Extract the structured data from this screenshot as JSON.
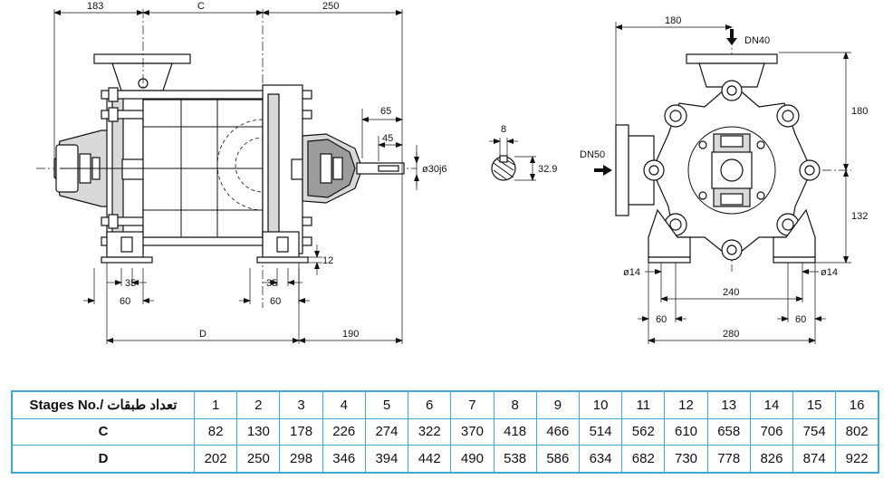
{
  "side_view": {
    "dims": {
      "top_left": "183",
      "top_mid": "C",
      "top_right": "250",
      "shaft_outer": "65",
      "shaft_inner": "45",
      "shaft_dia": "ø30j6",
      "foot_height": "12",
      "foot_left_inner": "35",
      "foot_left_outer": "60",
      "foot_right_inner": "35",
      "foot_right_outer": "60",
      "bottom_d": "D",
      "bottom_right": "190"
    }
  },
  "key_detail": {
    "width": "8",
    "height": "32.9"
  },
  "end_view": {
    "dims": {
      "top_width": "180",
      "outlet": "DN40",
      "inlet": "DN50",
      "upper_height": "180",
      "lower_height": "132",
      "hole_left": "ø14",
      "hole_right": "ø14",
      "foot_spacing": "240",
      "foot_left": "60",
      "foot_right": "60",
      "base_width": "280"
    }
  },
  "table": {
    "header_label": "Stages No./ تعداد طبقات",
    "stages": [
      "1",
      "2",
      "3",
      "4",
      "5",
      "6",
      "7",
      "8",
      "9",
      "10",
      "11",
      "12",
      "13",
      "14",
      "15",
      "16"
    ],
    "rows": [
      {
        "label": "C",
        "values": [
          "82",
          "130",
          "178",
          "226",
          "274",
          "322",
          "370",
          "418",
          "466",
          "514",
          "562",
          "610",
          "658",
          "706",
          "754",
          "802"
        ]
      },
      {
        "label": "D",
        "values": [
          "202",
          "250",
          "298",
          "346",
          "394",
          "442",
          "490",
          "538",
          "586",
          "634",
          "682",
          "730",
          "778",
          "826",
          "874",
          "922"
        ]
      }
    ]
  }
}
